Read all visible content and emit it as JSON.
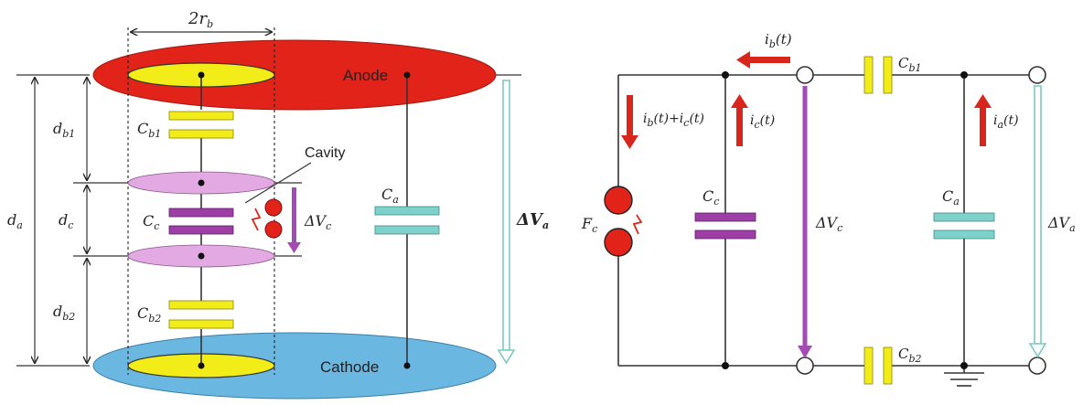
{
  "colors": {
    "anode": "#e2231a",
    "cathode": "#6ab7e1",
    "electrode": "#f2ec18",
    "cavity_disc": "#e3a9e3",
    "cap_cavity": "#9d3fa6",
    "cap_outer": "#7fd1cc",
    "arrow_red": "#d9261c",
    "arrow_purple": "#a44ab5",
    "arrow_teal": "#7fc9c3",
    "wire": "#333333"
  },
  "left": {
    "width_label": {
      "main": "2r",
      "sub": "b"
    },
    "anode": "Anode",
    "cathode": "Cathode",
    "cavity": "Cavity",
    "cap_b1": {
      "main": "C",
      "sub": "b1"
    },
    "cap_c": {
      "main": "C",
      "sub": "c"
    },
    "cap_b2": {
      "main": "C",
      "sub": "b2"
    },
    "cap_a": {
      "main": "C",
      "sub": "a"
    },
    "d_a": {
      "main": "d",
      "sub": "a"
    },
    "d_b1": {
      "main": "d",
      "sub": "b1"
    },
    "d_c": {
      "main": "d",
      "sub": "c"
    },
    "d_b2": {
      "main": "d",
      "sub": "b2"
    },
    "dv_c": {
      "main": "ΔV",
      "sub": "c"
    },
    "dv_a": {
      "main": "ΔV",
      "sub": "a"
    }
  },
  "right": {
    "i_b": "i",
    "i_b_sub": "b",
    "i_b_tail": "(t)",
    "i_sum": "i",
    "i_sum_a": "b",
    "i_sum_mid": "(t)+i",
    "i_sum_b": "c",
    "i_sum_tail": "(t)",
    "i_c": "i",
    "i_c_sub": "c",
    "i_c_tail": "(t)",
    "i_a": "i",
    "i_a_sub": "a",
    "i_a_tail": "(t)",
    "source": {
      "main": "F",
      "sub": "c"
    },
    "cap_c": {
      "main": "C",
      "sub": "c"
    },
    "cap_a": {
      "main": "C",
      "sub": "a"
    },
    "cap_b1": {
      "main": "C",
      "sub": "b1"
    },
    "cap_b2": {
      "main": "C",
      "sub": "b2"
    },
    "dv_c": {
      "main": "ΔV",
      "sub": "c"
    },
    "dv_a": {
      "main": "ΔV",
      "sub": "a"
    }
  }
}
